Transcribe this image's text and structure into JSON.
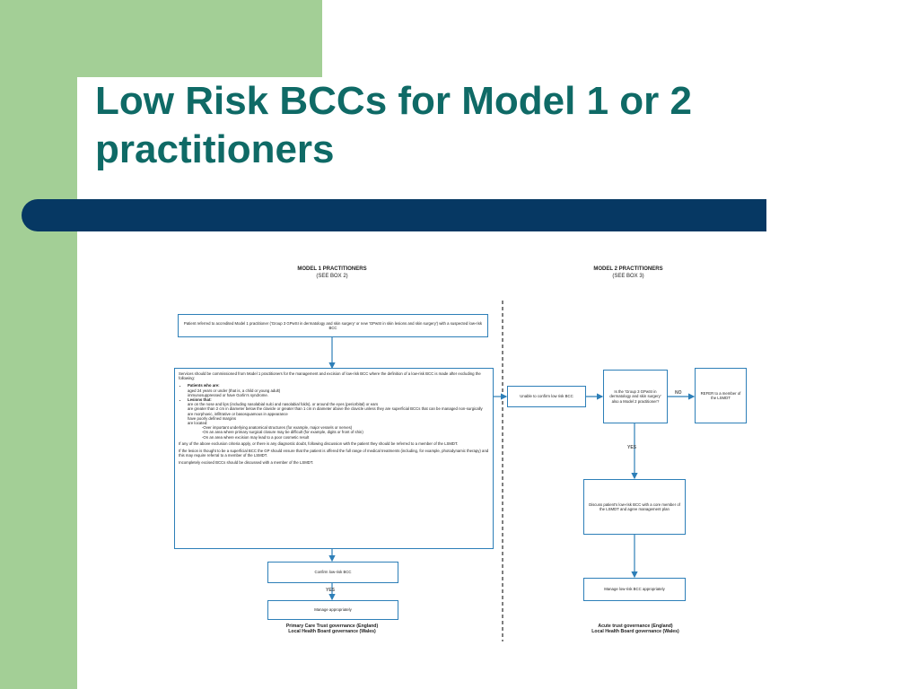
{
  "slide": {
    "title": "Low Risk BCCs for Model 1 or 2 practitioners",
    "colors": {
      "green": "#a3cf96",
      "navy": "#063863",
      "title": "#0f6a66",
      "box_border": "#2d7fb8"
    }
  },
  "diagram": {
    "model1": {
      "heading": "MODEL 1 PRACTITIONERS",
      "sub": "(SEE BOX 2)"
    },
    "model2": {
      "heading": "MODEL 2 PRACTITIONERS",
      "sub": "(SEE BOX 3)"
    },
    "box_referral": "Patient referred to accredited Model 1 practitioner ('Group 3 GPwSI in dermatology and skin surgery' or new 'GPwSI in skin lesions and skin surgery') with a suspected low-risk BCC",
    "box_criteria": {
      "intro": "Services should be commissioned from Model 1 practitioners for the management and excision of low-risk BCC where the definition of a low-risk BCC is made after excluding the following:",
      "patients_head": "Patients who are:",
      "patients": [
        "aged 24 years or under (that is, a child or young adult)",
        "immunosuppressed or have Gorlin's syndrome."
      ],
      "lesions_head": "Lesions that:",
      "lesions": [
        "are on the nose and lips (including nasolabial sulci and nasolabial folds), or around the eyes (periorbital) or ears",
        "are greater than 2 cm in diameter below the clavicle or greater than 1 cm in diameter above the clavicle unless they are superficial BCCs that can be managed non-surgically",
        "are morphoeic, infiltrative or basosquamous in appearance",
        "have poorly defined margins",
        "are located:"
      ],
      "located": [
        "-Over important underlying anatomical structures (for example, major vessels or nerves)",
        "-On an area where primary surgical closure may be difficult (for example, digits or front of shin)",
        "-On an area where excision may lead to a poor cosmetic result"
      ],
      "para_uncertain": "If any of the above exclusion criteria apply, or there is any diagnostic doubt, following discussion with the patient they should be referred to a member of the LSMDT.",
      "para_superficial": "If the lesion is thought to be a superficial BCC the GP should ensure that the patient is offered the full range of medical treatments (including, for example, photodynamic therapy) and this may require referral to a member of the LSMDT.",
      "para_incomplete": "Incompletely excised BCCs should be discussed with a member of the LSMDT."
    },
    "box_unable": "Unable to confirm low risk BCC",
    "box_question": "Is the 'Group 3 GPwSI in dermatology and skin surgery' also a Model 2 practitioner?",
    "no_label": "NO",
    "box_refer": "REFER to a member of the LSMDT",
    "yes_label_right": "YES",
    "box_discuss": "Discuss patient's low-risk BCC with a core member of the LSMDT and agree management plan",
    "box_manage_right": "Manage low-risk BCC appropriately",
    "box_confirm": "Confirm low-risk BCC",
    "yes_label_left": "YES",
    "box_manage_left": "Manage appropriately",
    "gov_left": {
      "line1": "Primary Care Trust governance (England)",
      "line2": "Local Health Board governance (Wales)"
    },
    "gov_right": {
      "line1": "Acute trust governance (England)",
      "line2": "Local Health Board governance (Wales)"
    }
  }
}
